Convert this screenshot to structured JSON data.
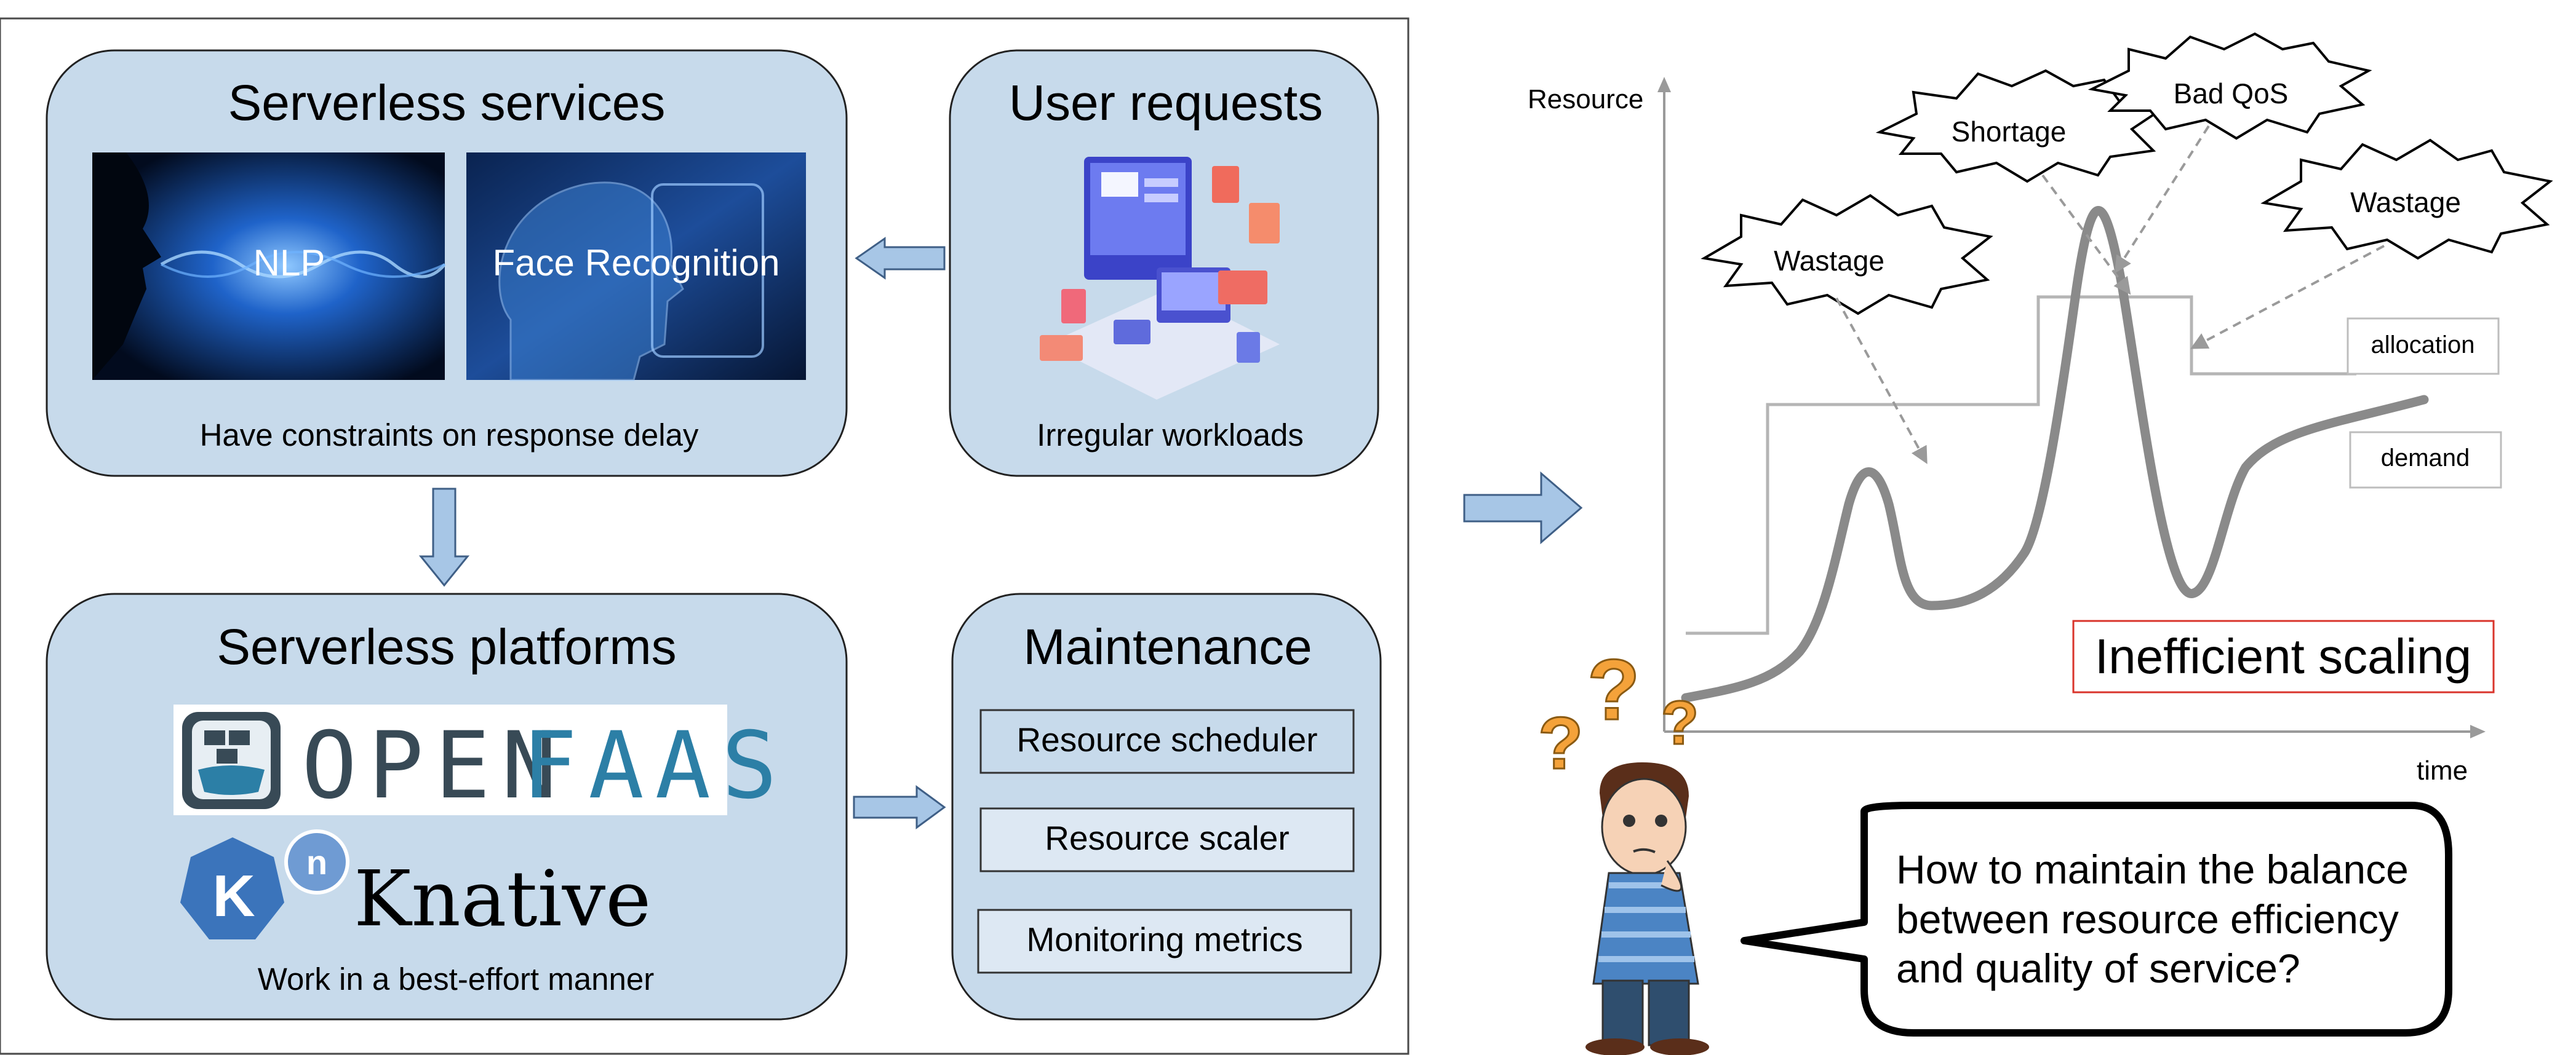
{
  "serverless_services": {
    "title": "Serverless services",
    "images": [
      "NLP",
      "Face Recognition"
    ],
    "caption": "Have constraints on response delay"
  },
  "user_requests": {
    "title": "User requests",
    "caption": "Irregular workloads"
  },
  "serverless_platforms": {
    "title": "Serverless platforms",
    "logos": [
      {
        "text_a": "OPEN",
        "text_b": "FAAS"
      },
      {
        "badge": "K",
        "badge_sup": "n",
        "text": "Knative"
      }
    ],
    "caption": "Work in a best-effort manner"
  },
  "maintenance": {
    "title": "Maintenance",
    "items": [
      "Resource scheduler",
      "Resource scaler",
      "Monitoring metrics"
    ]
  },
  "chart": {
    "y_axis_label": "Resource",
    "x_axis_label": "time",
    "legend": [
      "allocation",
      "demand"
    ],
    "callouts": [
      "Wastage",
      "Shortage",
      "Bad QoS",
      "Wastage"
    ],
    "verdict": "Inefficient scaling"
  },
  "speech_bubble": {
    "lines": [
      "How to maintain the balance",
      "between resource efficiency",
      "and quality of service?"
    ]
  },
  "colors": {
    "panel_fill": "#c7daeb",
    "arrow_fill": "#a7c6e6",
    "image_blue": "#0b2c66",
    "openfaas_dark": "#384a56",
    "openfaas_teal": "#2c7fa6",
    "knative_blue": "#3b74bb",
    "verdict_border": "#d9342b"
  },
  "chart_data": {
    "type": "line",
    "xlabel": "time",
    "ylabel": "Resource",
    "series": [
      {
        "name": "allocation",
        "shape": "step function"
      },
      {
        "name": "demand",
        "shape": "curve with two peaks"
      }
    ],
    "annotations": [
      "Wastage",
      "Shortage",
      "Bad QoS",
      "Wastage",
      "Inefficient scaling"
    ]
  }
}
